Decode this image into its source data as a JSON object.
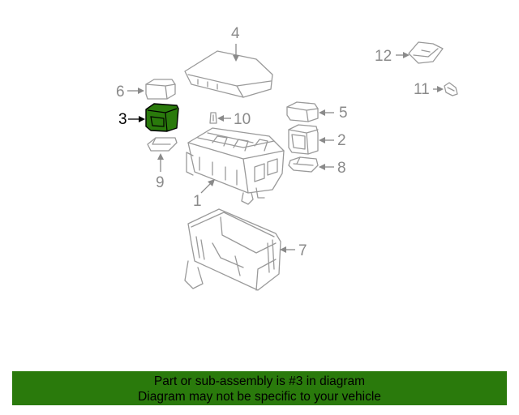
{
  "callouts": {
    "c1": "1",
    "c2": "2",
    "c3": "3",
    "c4": "4",
    "c5": "5",
    "c6": "6",
    "c7": "7",
    "c8": "8",
    "c9": "9",
    "c10": "10",
    "c11": "11",
    "c12": "12"
  },
  "highlight": {
    "part": "3",
    "color": "#2a7a0c"
  },
  "banner": {
    "line1": "Part or sub-assembly is #3 in diagram",
    "line2": "Diagram may not be specific to your vehicle",
    "color": "#2a7a0c"
  }
}
